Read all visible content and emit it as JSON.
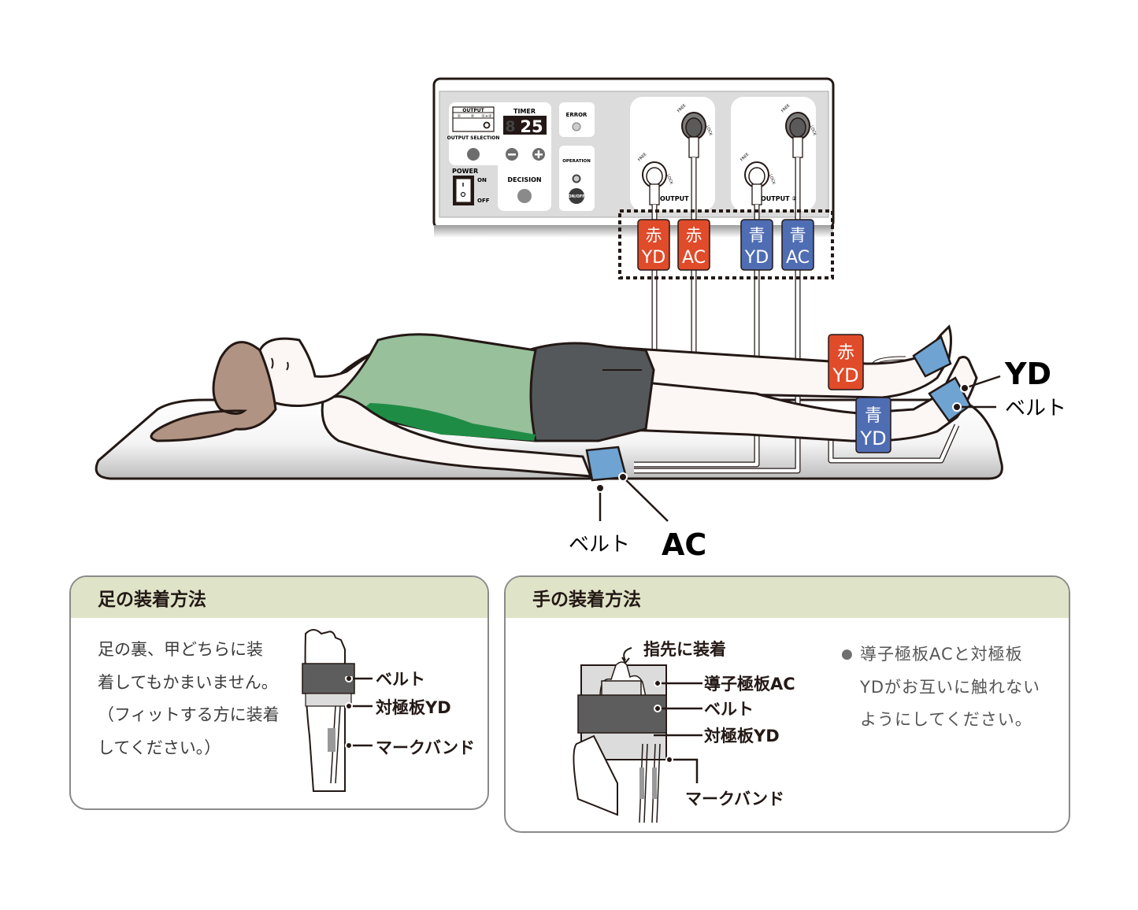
{
  "device": {
    "output_box_label": "OUTPUT",
    "output_options": [
      "①",
      "②",
      "①+②"
    ],
    "output_selection_label": "OUTPUT SELECTION",
    "timer_label": "TIMER",
    "timer_value": "25",
    "error_label": "ERROR",
    "operation_label": "OPERATION",
    "on_off_label": "ON/OFF",
    "power_label": "POWER",
    "power_on": "ON",
    "power_off": "OFF",
    "decision_label": "DECISION",
    "free_label": "FREE",
    "lock_label": "LOCK",
    "output1_label": "OUTPUT ①",
    "output2_label": "OUTPUT ②"
  },
  "connectors": [
    {
      "color_name": "赤",
      "type": "YD",
      "color": "#e04b2a"
    },
    {
      "color_name": "赤",
      "type": "AC",
      "color": "#e04b2a"
    },
    {
      "color_name": "青",
      "type": "YD",
      "color": "#4f6db3"
    },
    {
      "color_name": "青",
      "type": "AC",
      "color": "#4f6db3"
    }
  ],
  "body_tags": {
    "red_yd": {
      "color_name": "赤",
      "type": "YD"
    },
    "blue_yd": {
      "color_name": "青",
      "type": "YD"
    }
  },
  "callouts": {
    "ankle_yd": "YD",
    "ankle_belt": "ベルト",
    "wrist_belt": "ベルト",
    "wrist_ac": "AC"
  },
  "foot_panel": {
    "title": "足の装着方法",
    "text_lines": [
      "足の裏、甲どちらに装",
      "着してもかまいません。",
      "（フィットする方に装着",
      "してください。）"
    ],
    "labels": {
      "belt": "ベルト",
      "counter_plate": "対極板YD",
      "mark_band": "マークバンド"
    }
  },
  "hand_panel": {
    "title": "手の装着方法",
    "fingertip_label": "指先に装着",
    "labels": {
      "conductor_plate": "導子極板AC",
      "belt": "ベルト",
      "counter_plate": "対極板YD",
      "mark_band": "マークバンド"
    },
    "note_lines": [
      "導子極板ACと対極板",
      "YDがお互いに触れない",
      "ようにしてください。"
    ]
  },
  "colors": {
    "red": "#e04b2a",
    "blue": "#4f6db3",
    "cuff_blue": "#6fa3d2",
    "shirt_green": "#97c09b",
    "shirt_dark_green": "#1f8c45",
    "shorts": "#55585a",
    "hair": "#b09383",
    "skin": "#fcf7f4",
    "panel_header": "#dfe3c7"
  }
}
